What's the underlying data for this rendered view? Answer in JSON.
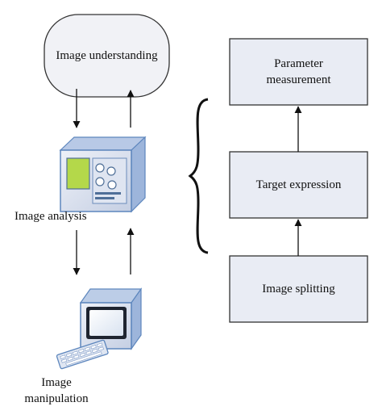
{
  "nodes": {
    "image_understanding": "Image understanding",
    "parameter_measurement": "Parameter measurement",
    "target_expression": "Target expression",
    "image_splitting": "Image splitting"
  },
  "labels": {
    "image_analysis": "Image analysis",
    "image_manipulation": "Image manipulation"
  },
  "colors": {
    "box_fill": "#e9ecf4",
    "box_stroke": "#333333",
    "rounded_fill": "#f1f2f6",
    "device_blue": "#8fb1d9",
    "device_blue_dark": "#5d86bd",
    "device_body": "#d6dceb",
    "screen_green": "#b4d84a"
  },
  "icons": [
    "analysis-device-icon",
    "computer-monitor-icon",
    "keyboard-icon"
  ]
}
